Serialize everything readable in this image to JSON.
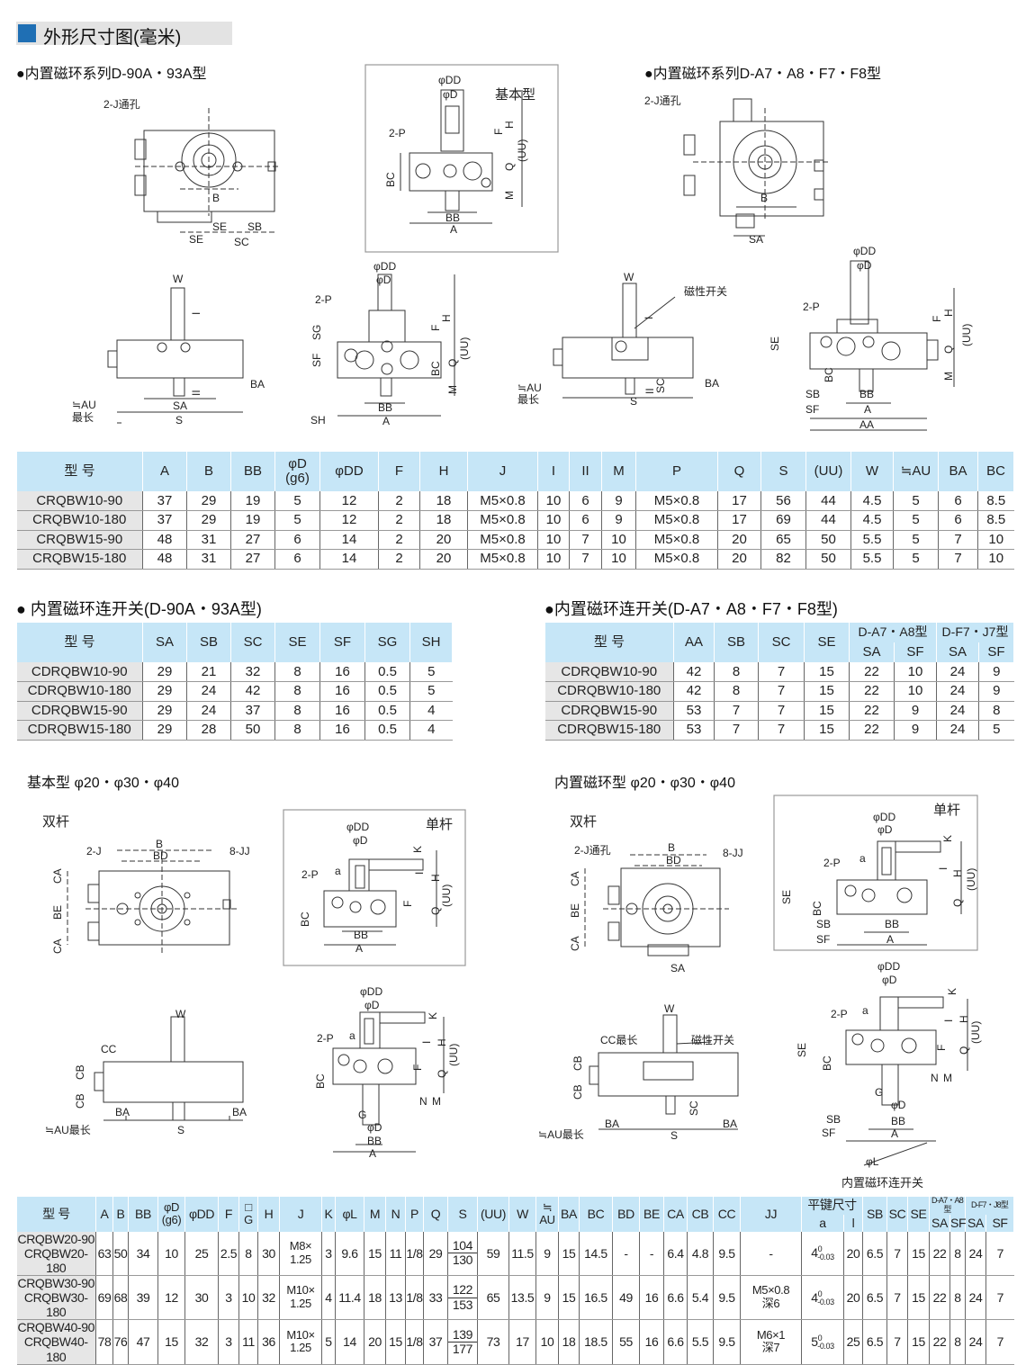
{
  "page_title": "外形尺寸图(毫米)",
  "sections": {
    "top_left": "●内置磁环系列D-90A・93A型",
    "top_right": "●内置磁环系列D-A7・A8・F7・F8型",
    "switch_left": "● 内置磁环连开关(D-90A・93A型)",
    "switch_right": "●内置磁环连开关(D-A7・A8・F7・F8型)",
    "basic_large": "基本型 φ20・φ30・φ40",
    "magnet_large": "内置磁环型 φ20・φ30・φ40"
  },
  "captions": {
    "basic": "基本型",
    "double_left": "双杆",
    "single_left": "单杆",
    "double_right": "双杆",
    "single_right": "单杆",
    "switch_note": "内置磁环连开关"
  },
  "drawings": {
    "d1": [
      "2-J通孔",
      "B",
      "SE",
      "SE",
      "SB",
      "SC"
    ],
    "d2": [
      "φDD",
      "φD",
      "2-P",
      "F",
      "H",
      "(UU)",
      "Q",
      "M",
      "BC",
      "BB",
      "A"
    ],
    "d3": [
      "2-J通孔",
      "B",
      "SA"
    ],
    "d4": [
      "W",
      "I",
      "≒AU",
      "最长",
      "SA",
      "S",
      "BA",
      "II"
    ],
    "d5": [
      "φDD",
      "φD",
      "2-P",
      "SG",
      "SF",
      "F",
      "H",
      "(UU)",
      "BC",
      "Q",
      "M",
      "SH",
      "BB",
      "A"
    ],
    "d6": [
      "W",
      "I",
      "磁性开关",
      "≒AU",
      "最长",
      "II",
      "SC",
      "BA",
      "S"
    ],
    "d7": [
      "φDD",
      "φD",
      "2-P",
      "F",
      "H",
      "(UU)",
      "Q",
      "M",
      "SE",
      "BC",
      "SB",
      "BB",
      "SF",
      "A",
      "AA"
    ],
    "d8": [
      "2-J",
      "B",
      "BD",
      "8-JJ",
      "CA",
      "BE",
      "CA"
    ],
    "d9": [
      "φDD",
      "φD",
      "K",
      "2-P",
      "a",
      "I",
      "H",
      "(UU)",
      "F",
      "Q",
      "BC",
      "BB",
      "A"
    ],
    "d10": [
      "W",
      "CC",
      "CB",
      "CB",
      "BA",
      "BA",
      "≒AU最长",
      "S"
    ],
    "d11": [
      "φDD",
      "φD",
      "K",
      "2-P",
      "a",
      "I",
      "H",
      "(UU)",
      "F",
      "Q",
      "BC",
      "N",
      "M",
      "G",
      "φD",
      "BB",
      "A"
    ],
    "d12": [
      "2-J通孔",
      "B",
      "BD",
      "8-JJ",
      "CA",
      "BE",
      "CA",
      "SA"
    ],
    "d13": [
      "φDD",
      "φD",
      "K",
      "2-P",
      "a",
      "I",
      "H",
      "(UU)",
      "Q",
      "SE",
      "BC",
      "SB",
      "BB",
      "SF",
      "A"
    ],
    "d14": [
      "W",
      "CC最长",
      "磁性开关",
      "CB",
      "CB",
      "SC",
      "BA",
      "BA",
      "≒AU最长",
      "S"
    ],
    "d15": [
      "φDD",
      "φD",
      "K",
      "2-P",
      "a",
      "I",
      "H",
      "(UU)",
      "F",
      "Q",
      "SE",
      "BC",
      "G",
      "N",
      "M",
      "φD",
      "BB",
      "SB",
      "SF",
      "A",
      "φL"
    ]
  },
  "tables": {
    "t1": {
      "headers": [
        "型 号",
        "A",
        "B",
        "BB",
        "φD\n(g6)",
        "φDD",
        "F",
        "H",
        "J",
        "I",
        "II",
        "M",
        "P",
        "Q",
        "S",
        "(UU)",
        "W",
        "≒AU",
        "BA",
        "BC"
      ],
      "rows": [
        [
          "CRQBW10-90",
          "37",
          "29",
          "19",
          "5",
          "12",
          "2",
          "18",
          "M5×0.8",
          "10",
          "6",
          "9",
          "M5×0.8",
          "17",
          "56",
          "44",
          "4.5",
          "5",
          "6",
          "8.5"
        ],
        [
          "CRQBW10-180",
          "37",
          "29",
          "19",
          "5",
          "12",
          "2",
          "18",
          "M5×0.8",
          "10",
          "6",
          "9",
          "M5×0.8",
          "17",
          "69",
          "44",
          "4.5",
          "5",
          "6",
          "8.5"
        ],
        [
          "CRQBW15-90",
          "48",
          "31",
          "27",
          "6",
          "14",
          "2",
          "20",
          "M5×0.8",
          "10",
          "7",
          "10",
          "M5×0.8",
          "20",
          "65",
          "50",
          "5.5",
          "5",
          "7",
          "10"
        ],
        [
          "CRQBW15-180",
          "48",
          "31",
          "27",
          "6",
          "14",
          "2",
          "20",
          "M5×0.8",
          "10",
          "7",
          "10",
          "M5×0.8",
          "20",
          "82",
          "50",
          "5.5",
          "5",
          "7",
          "10"
        ]
      ]
    },
    "t2": {
      "headers": [
        "型 号",
        "SA",
        "SB",
        "SC",
        "SE",
        "SF",
        "SG",
        "SH"
      ],
      "rows": [
        [
          "CDRQBW10-90",
          "29",
          "21",
          "32",
          "8",
          "16",
          "0.5",
          "5"
        ],
        [
          "CDRQBW10-180",
          "29",
          "24",
          "42",
          "8",
          "16",
          "0.5",
          "5"
        ],
        [
          "CDRQBW15-90",
          "29",
          "24",
          "37",
          "8",
          "16",
          "0.5",
          "4"
        ],
        [
          "CDRQBW15-180",
          "29",
          "28",
          "50",
          "8",
          "16",
          "0.5",
          "4"
        ]
      ]
    },
    "t3": {
      "headers": {
        "model": "型 号",
        "aa": "AA",
        "sb": "SB",
        "sc": "SC",
        "se": "SE",
        "group1": "D-A7・A8型",
        "group2": "D-F7・J7型",
        "sa1": "SA",
        "sf1": "SF",
        "sa2": "SA",
        "sf2": "SF"
      },
      "rows": [
        [
          "CDRQBW10-90",
          "42",
          "8",
          "7",
          "15",
          "22",
          "10",
          "24",
          "9"
        ],
        [
          "CDRQBW10-180",
          "42",
          "8",
          "7",
          "15",
          "22",
          "10",
          "24",
          "9"
        ],
        [
          "CDRQBW15-90",
          "53",
          "7",
          "7",
          "15",
          "22",
          "9",
          "24",
          "8"
        ],
        [
          "CDRQBW15-180",
          "53",
          "7",
          "7",
          "15",
          "22",
          "9",
          "24",
          "5"
        ]
      ]
    },
    "t4": {
      "headers": {
        "model": "型 号",
        "a_": "A",
        "b": "B",
        "bb": "BB",
        "d": "φD\n(g6)",
        "dd": "φDD",
        "f": "F",
        "g": "□\nG",
        "h": "H",
        "j": "J",
        "k": "K",
        "l": "φL",
        "m": "M",
        "n": "N",
        "p": "P",
        "q": "Q",
        "s": "S",
        "uu": "(UU)",
        "w": "W",
        "au": "≒\nAU",
        "ba": "BA",
        "bc": "BC",
        "bd": "BD",
        "be": "BE",
        "ca": "CA",
        "cb": "CB",
        "cc": "CC",
        "jj": "JJ",
        "key": "平键尺寸",
        "key_a": "a",
        "key_l": "l",
        "sb": "SB",
        "sc": "SC",
        "se": "SE",
        "group1": "D-A7・A8型",
        "group2": "D-F7・J8型",
        "sa1": "SA",
        "sf1": "SF",
        "sa2": "SA",
        "sf2": "SF"
      },
      "rows": [
        [
          "CRQBW20-90\nCRQBW20-180",
          "63",
          "50",
          "34",
          "10",
          "25",
          "2.5",
          "8",
          "30",
          "M8×\n1.25",
          "3",
          "9.6",
          "15",
          "11",
          "1/8",
          "29",
          {
            "top": "104",
            "bottom": "130"
          },
          "59",
          "11.5",
          "9",
          "15",
          "14.5",
          "-",
          "-",
          "6.4",
          "4.8",
          "9.5",
          "-",
          {
            "base": "4",
            "sup": "0",
            "sub": "-0.03"
          },
          "20",
          "6.5",
          "7",
          "15",
          "22",
          "8",
          "24",
          "7"
        ],
        [
          "CRQBW30-90\nCRQBW30-180",
          "69",
          "68",
          "39",
          "12",
          "30",
          "3",
          "10",
          "32",
          "M10×\n1.25",
          "4",
          "11.4",
          "18",
          "13",
          "1/8",
          "33",
          {
            "top": "122",
            "bottom": "153"
          },
          "65",
          "13.5",
          "9",
          "15",
          "16.5",
          "49",
          "16",
          "6.6",
          "5.4",
          "9.5",
          "M5×0.8\n深6",
          {
            "base": "4",
            "sup": "0",
            "sub": "-0.03"
          },
          "20",
          "6.5",
          "7",
          "15",
          "22",
          "8",
          "24",
          "7"
        ],
        [
          "CRQBW40-90\nCRQBW40-180",
          "78",
          "76",
          "47",
          "15",
          "32",
          "3",
          "11",
          "36",
          "M10×\n1.25",
          "5",
          "14",
          "20",
          "15",
          "1/8",
          "37",
          {
            "top": "139",
            "bottom": "177"
          },
          "73",
          "17",
          "10",
          "18",
          "18.5",
          "55",
          "16",
          "6.6",
          "5.5",
          "9.5",
          "M6×1\n深7",
          {
            "base": "5",
            "sup": "0",
            "sub": "-0.03"
          },
          "25",
          "6.5",
          "7",
          "15",
          "22",
          "8",
          "24",
          "7"
        ]
      ]
    }
  }
}
